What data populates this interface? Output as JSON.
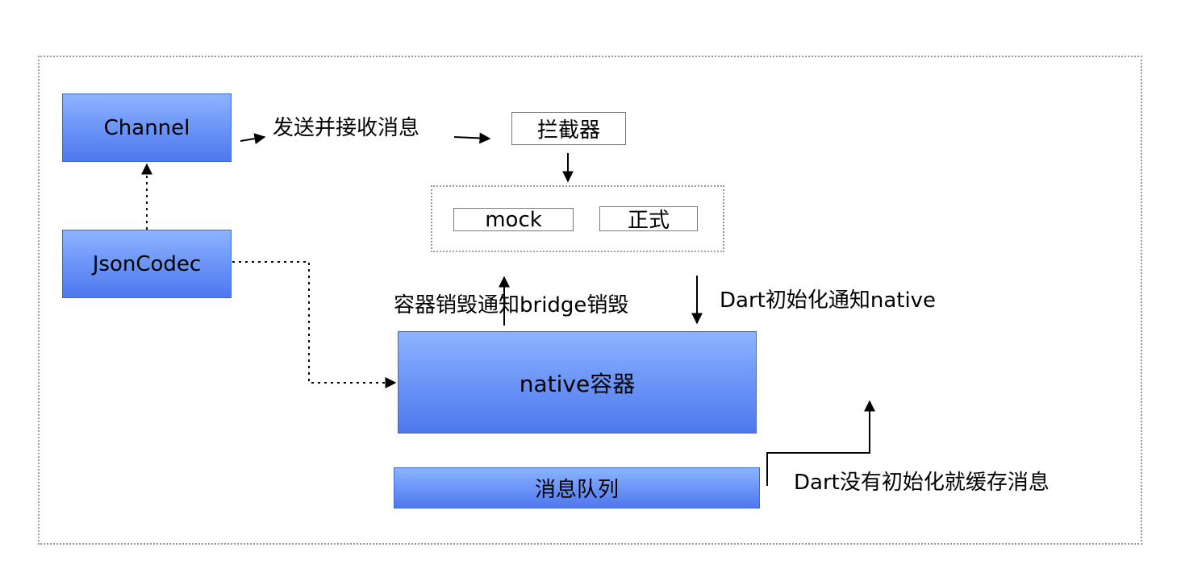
{
  "nodes": {
    "channel": "Channel",
    "json_codec": "JsonCodec",
    "interceptor": "拦截器",
    "mock": "mock",
    "formal": "正式",
    "native_container": "native容器",
    "message_queue": "消息队列"
  },
  "edge_labels": {
    "send_receive": "发送并接收消息",
    "container_destroy": "容器销毁通知bridge销毁",
    "dart_init_notify": "Dart初始化通知native",
    "dart_not_init_cache": "Dart没有初始化就缓存消息"
  }
}
